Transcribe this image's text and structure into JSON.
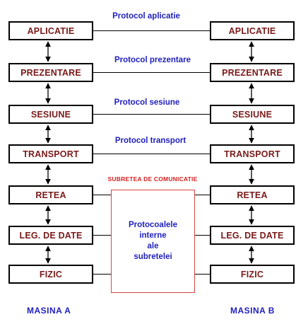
{
  "layers": [
    "APLICATIE",
    "PREZENTARE",
    "SESIUNE",
    "TRANSPORT",
    "RETEA",
    "LEG. DE DATE",
    "FIZIC"
  ],
  "protocols": [
    "Protocol aplicatie",
    "Protocol prezentare",
    "Protocol sesiune",
    "Protocol transport"
  ],
  "subnet": {
    "title": "SUBRETEA DE COMUNICATIE",
    "lines": [
      "Protocoalele",
      "interne",
      "ale",
      "subretelei"
    ]
  },
  "machines": {
    "left": "MASINA  A",
    "right": "MASINA  B"
  },
  "colors": {
    "layer_text": "#7a1a1a",
    "protocol_text": "#1f1fbf",
    "subnet_title": "#d41f1f",
    "subnet_border": "#d44"
  }
}
